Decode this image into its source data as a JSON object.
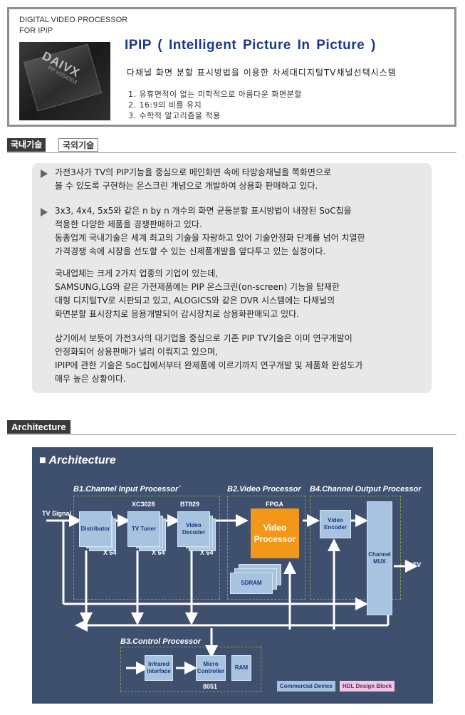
{
  "header": {
    "small_line1": "DIGITAL VIDEO PROCESSOR",
    "small_line2": "FOR IPIP",
    "chip_logo": "DAIVX",
    "chip_part": "PP H254303",
    "title": "IPIP ( Intelligent  Picture  In  Picture )",
    "subtitle": "다채널 화면 분할 표시방법을 이용한 차세대디지털TV채널선택시스템",
    "features": [
      "1. 유휴면적이 없는 미학적으로 아름다운 화면분할",
      "2. 16:9의 비를 유지",
      "3. 수학적 알고리즘을 적용"
    ]
  },
  "tabs": {
    "domestic": "국내기술",
    "overseas": "국외기술"
  },
  "content": {
    "p1": [
      "가전3사가 TV의 PIP기능을 중심으로 메인화면 속에 타방송채널을 쪽화면으로",
      "볼 수 있도록 구현하는 온스크린 개념으로 개발하여 상용화 판매하고 있다."
    ],
    "p2": [
      "3x3, 4x4, 5x5와 같은 n by n 개수의 화면 균등분할 표시방법이 내장된 SoC칩을",
      "적용한 다양한 제품을 경쟁판매하고 있다.",
      "동종업계 국내기술은 세계 최고의 기술을 자랑하고 있어 기술안정화 단계를 넘어 치열한",
      "가격경쟁 속에 시장을 선도할 수 있는 신제품개발을 앞다투고 있는 실정이다."
    ],
    "p3": [
      "국내업체는 크게 2가지 업종의 기업이 있는데,",
      "SAMSUNG,LG와 같은 가전제품에는 PIP 온스크린(on-screen) 기능을 탑재한",
      "대형 디지털TV로 시판되고 있고, ALOGICS와 같은 DVR 시스템에는 다채널의",
      "화면분할 표시장치로 응용개발되어 감시장치로 상용화판매되고 있다."
    ],
    "p4": [
      "상기에서 보듯이 가전3사의 대기업을 중심으로 기존 PIP TV기술은 이미 연구개발이",
      "안정화되어 상용판매가 널리 이뤄지고 있으며,",
      "IPIP에 관한 기술은 SoC칩에서부터 완제품에 이르기까지 연구개발 및 제품화 완성도가",
      "매우 높은 상황이다."
    ]
  },
  "section_architecture": "Architecture",
  "diagram": {
    "title": "■ Architecture",
    "b1": "B1.Channel Input Processor`",
    "b2": "B2.Video Processor",
    "b4": "B4.Channel Output Processor",
    "b3": "B3.Control Processor",
    "tv_signal": "TV Signal",
    "to_tv": "To TV",
    "xc3028": "XC3028",
    "bt829": "BT829",
    "fpga": "FPGA",
    "distributor": "Distributor",
    "tv_tuner": "TV Tuner",
    "video_decoder": "Video Decoder",
    "video_processor": "Video Processor",
    "sdram": "SDRAM",
    "video_encoder": "Video Encoder",
    "channel_mux": "Channel MUX",
    "infrared": "Infrared Interface",
    "micro": "Micro Controller",
    "ram": "RAM",
    "mcu_8051": "8051",
    "x64": "X 64",
    "legend_commercial": "Commercial Device",
    "legend_hdl": "HDL Design Block",
    "colors": {
      "commercial": "#a7c3e0",
      "hdl": "#f0c8e6",
      "processor": "#f29718",
      "background": "#3f4f6e"
    }
  }
}
